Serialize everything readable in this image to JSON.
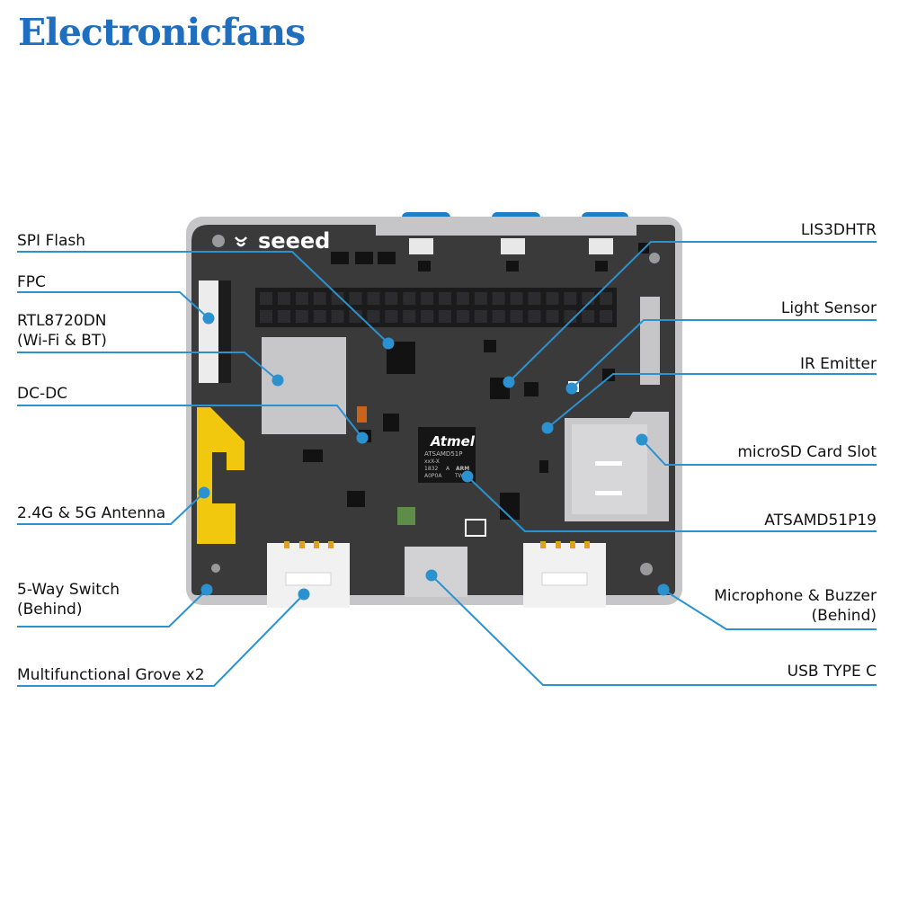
{
  "header": {
    "brand": "Electronicfans"
  },
  "board": {
    "logo": "seeed",
    "chip": {
      "brand": "Atmel",
      "line1": "ATSAMD51P",
      "line2": "xxX-X",
      "line3": "1832",
      "line3b": "A",
      "line4": "A0P0A",
      "line4b": "TW",
      "arm": "ARM"
    }
  },
  "callouts": {
    "left": [
      {
        "id": "spi-flash",
        "lines": [
          "SPI Flash"
        ]
      },
      {
        "id": "fpc",
        "lines": [
          "FPC"
        ]
      },
      {
        "id": "rtl8720dn",
        "lines": [
          "RTL8720DN",
          "(Wi-Fi & BT)"
        ]
      },
      {
        "id": "dc-dc",
        "lines": [
          "DC-DC"
        ]
      },
      {
        "id": "antenna",
        "lines": [
          "2.4G & 5G Antenna"
        ]
      },
      {
        "id": "five-way-switch",
        "lines": [
          "5-Way Switch",
          "(Behind)"
        ]
      },
      {
        "id": "grove",
        "lines": [
          "Multifunctional Grove x2"
        ]
      }
    ],
    "right": [
      {
        "id": "lis3dhtr",
        "lines": [
          "LIS3DHTR"
        ]
      },
      {
        "id": "light-sensor",
        "lines": [
          "Light Sensor"
        ]
      },
      {
        "id": "ir-emitter",
        "lines": [
          "IR Emitter"
        ]
      },
      {
        "id": "microsd",
        "lines": [
          "microSD Card Slot"
        ]
      },
      {
        "id": "atsamd51",
        "lines": [
          "ATSAMD51P19"
        ]
      },
      {
        "id": "mic-buzzer",
        "lines": [
          "Microphone & Buzzer",
          "(Behind)"
        ]
      },
      {
        "id": "usb-c",
        "lines": [
          "USB TYPE C"
        ]
      }
    ]
  },
  "colors": {
    "brand": "#1e6fc0",
    "callout_line": "#2b92cf",
    "dot": "#2b92cf",
    "pcb": "#3a3a3b",
    "frame": "#c6c6c8",
    "antenna": "#f2c80f",
    "button_blue": "#1d7fc6"
  }
}
